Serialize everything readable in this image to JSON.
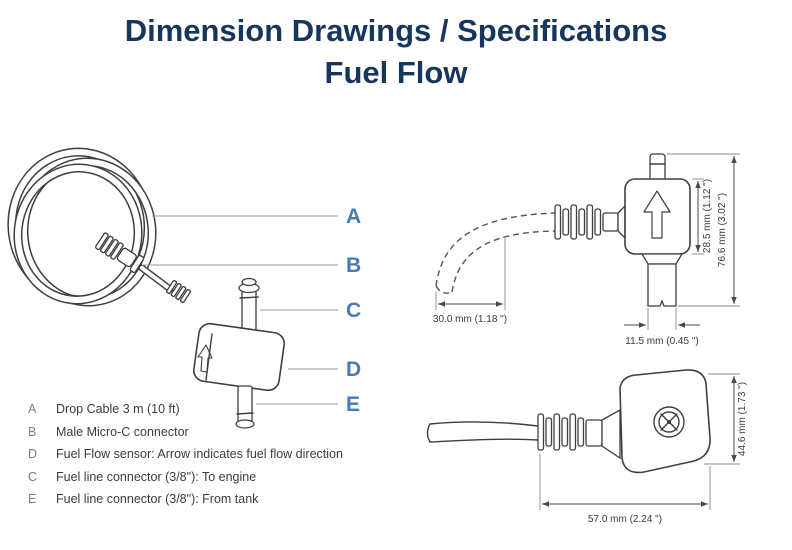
{
  "title": {
    "line1": "Dimension Drawings / Specifications",
    "line2": "Fuel Flow"
  },
  "callouts": {
    "a": "A",
    "b": "B",
    "c": "C",
    "d": "D",
    "e": "E"
  },
  "legend": [
    {
      "key": "A",
      "text": "Drop Cable 3 m (10 ft)"
    },
    {
      "key": "B",
      "text": "Male Micro-C connector"
    },
    {
      "key": "D",
      "text": "Fuel Flow sensor: Arrow indicates fuel flow direction"
    },
    {
      "key": "C",
      "text": "Fuel line connector  (3/8\"): To engine"
    },
    {
      "key": "E",
      "text": "Fuel line connector  (3/8\"):  From tank"
    }
  ],
  "dimensions": {
    "front_view": {
      "body_height": "28.5 mm (1.12 \")",
      "overall_height": "76.6 mm (3.02 \")",
      "cable_bend": "30.0 mm (1.18 \")",
      "pipe_width": "11.5 mm (0.45 \")"
    },
    "side_view": {
      "height": "44.6 mm (1.73 \")",
      "width": "57.0 mm (2.24 \")"
    }
  },
  "colors": {
    "title_text": "#17365d",
    "callout_text": "#4a7ab5",
    "drawing_line": "#3f3f3f"
  }
}
